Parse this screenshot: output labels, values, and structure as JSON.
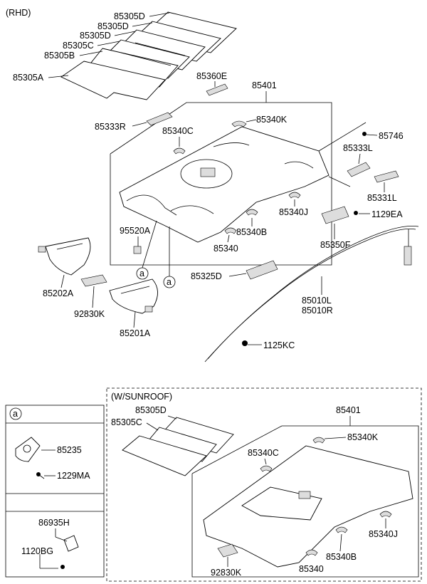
{
  "variant_rhd": "(RHD)",
  "variant_sunroof": "(W/SUNROOF)",
  "detail_marker": "a",
  "labels": {
    "p85305D_1": "85305D",
    "p85305D_2": "85305D",
    "p85305D_3": "85305D",
    "p85305C": "85305C",
    "p85305B": "85305B",
    "p85305A": "85305A",
    "p85360E": "85360E",
    "p85401": "85401",
    "p85333R": "85333R",
    "p85340K": "85340K",
    "p85340C": "85340C",
    "p85746": "85746",
    "p85333L": "85333L",
    "p85331L": "85331L",
    "p95520A": "95520A",
    "p85340J": "85340J",
    "p1129EA": "1129EA",
    "p85340B": "85340B",
    "p85340": "85340",
    "p85350F": "85350F",
    "p85202A": "85202A",
    "p85325D": "85325D",
    "p92830K": "92830K",
    "p85010L": "85010L",
    "p85010R": "85010R",
    "p85201A": "85201A",
    "p1125KC": "1125KC"
  },
  "detail_a": {
    "p85235": "85235",
    "p1229MA": "1229MA",
    "p86935H": "86935H",
    "p1120BG": "1120BG"
  },
  "sunroof": {
    "p85305D": "85305D",
    "p85305C": "85305C",
    "p85401": "85401",
    "p85340K": "85340K",
    "p85340C": "85340C",
    "p85340J": "85340J",
    "p85340B": "85340B",
    "p85340": "85340",
    "p92830K": "92830K"
  }
}
